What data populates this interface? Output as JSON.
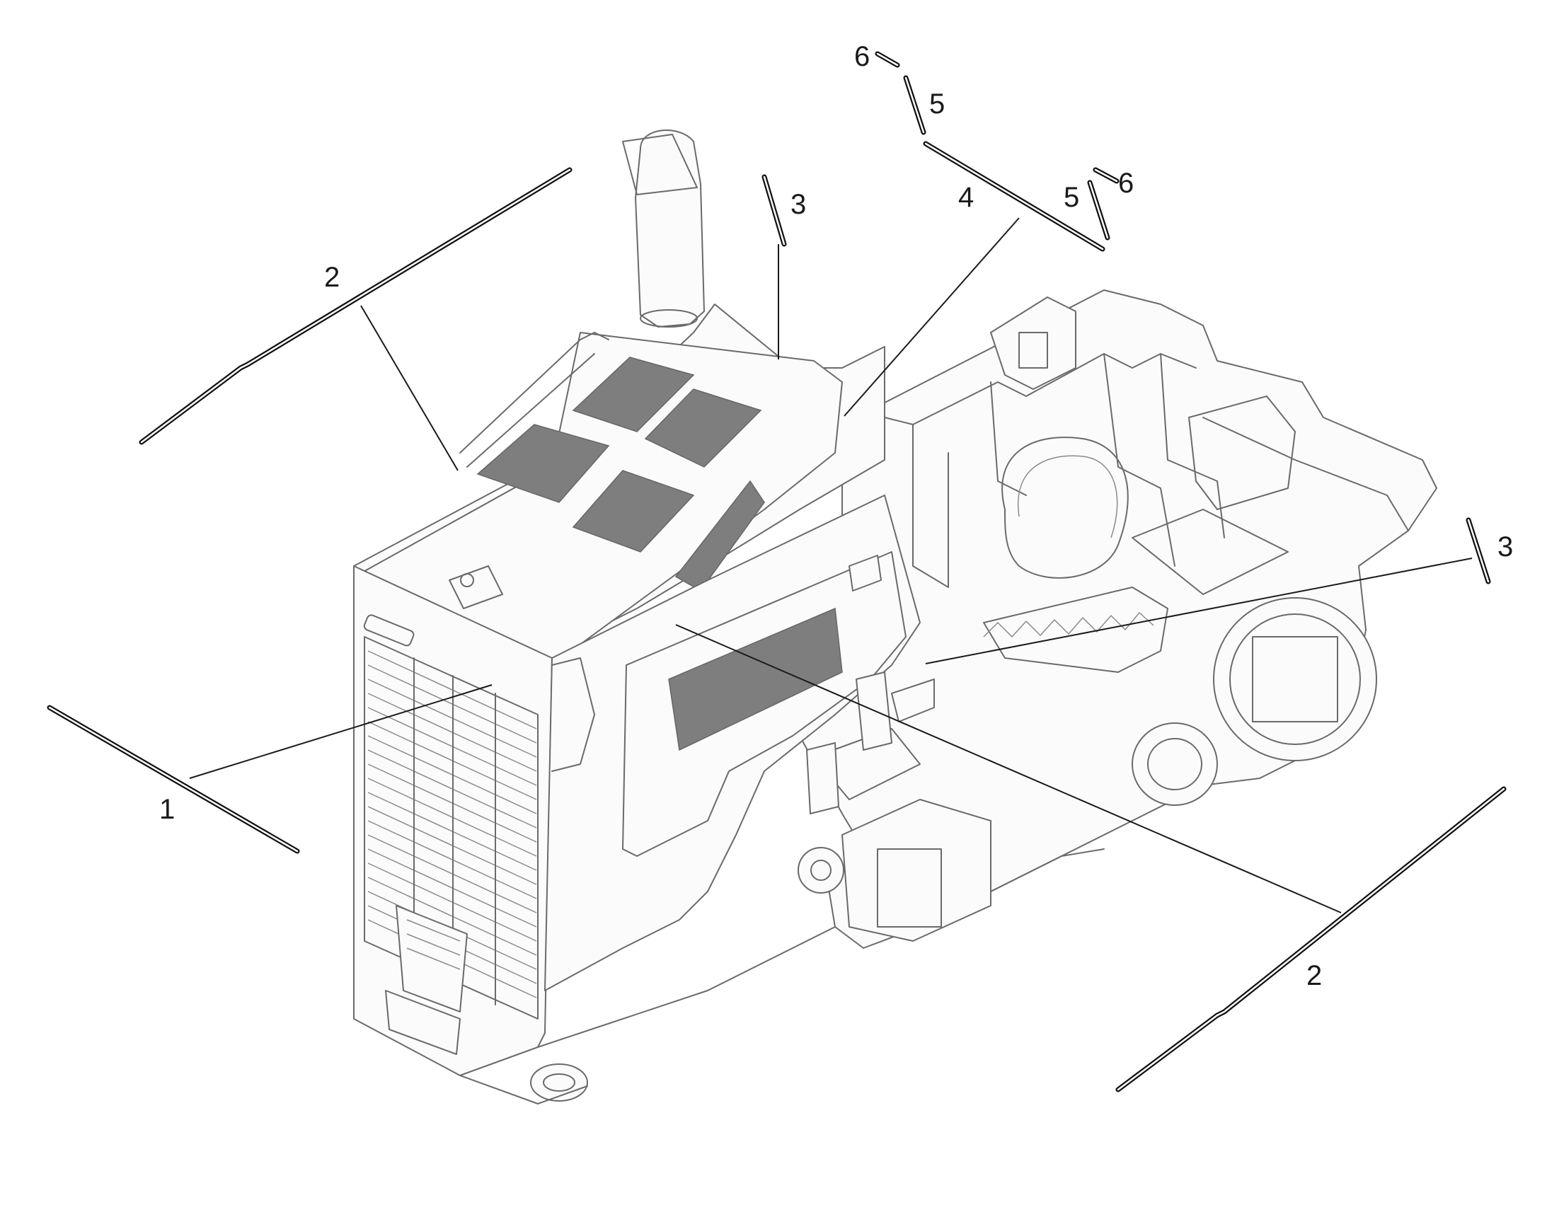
{
  "callouts": [
    {
      "id": "1",
      "label": "1"
    },
    {
      "id": "2a",
      "label": "2"
    },
    {
      "id": "2b",
      "label": "2"
    },
    {
      "id": "3a",
      "label": "3"
    },
    {
      "id": "3b",
      "label": "3"
    },
    {
      "id": "4",
      "label": "4"
    },
    {
      "id": "5a",
      "label": "5"
    },
    {
      "id": "5b",
      "label": "5"
    },
    {
      "id": "6a",
      "label": "6"
    },
    {
      "id": "6b",
      "label": "6"
    }
  ],
  "colors": {
    "background": "#ffffff",
    "outline": "#6a6a6a",
    "panel_fill": "#7e7e7e",
    "leader": "#1a1a1a",
    "strip": "#111111"
  }
}
